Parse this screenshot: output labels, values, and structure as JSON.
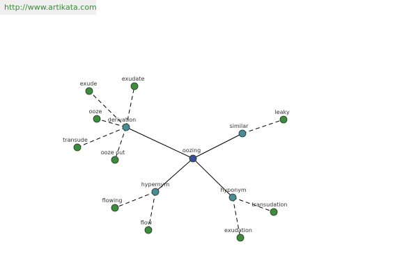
{
  "header": {
    "url": "http://www.artikata.com"
  },
  "colors": {
    "center_node": "#3a4f9a",
    "relation_node": "#4a8a9a",
    "leaf_node": "#3e8a3e",
    "node_stroke": "#1e3a1e",
    "edge": "#000000",
    "link_text": "#3a8a3a"
  },
  "graph": {
    "center": {
      "id": "oozing",
      "label": "oozing"
    },
    "relations": [
      {
        "id": "derivation",
        "label": "derivation",
        "leaves": [
          {
            "id": "exude",
            "label": "exude"
          },
          {
            "id": "exudate",
            "label": "exudate"
          },
          {
            "id": "ooze",
            "label": "ooze"
          },
          {
            "id": "transude",
            "label": "transude"
          },
          {
            "id": "ooze-out",
            "label": "ooze out"
          }
        ]
      },
      {
        "id": "similar",
        "label": "similar",
        "leaves": [
          {
            "id": "leaky",
            "label": "leaky"
          }
        ]
      },
      {
        "id": "hypernym",
        "label": "hypernym",
        "leaves": [
          {
            "id": "flowing",
            "label": "flowing"
          },
          {
            "id": "flow",
            "label": "flow"
          }
        ]
      },
      {
        "id": "hyponym",
        "label": "hyponym",
        "leaves": [
          {
            "id": "transudation",
            "label": "transudation"
          },
          {
            "id": "exudation",
            "label": "exudation"
          }
        ]
      }
    ]
  }
}
